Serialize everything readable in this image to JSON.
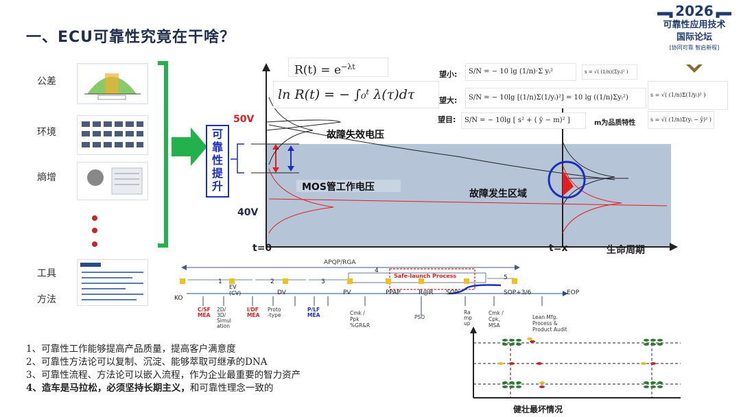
{
  "title": "一、ECU可靠性究竟在干啥？",
  "logo": {
    "year": "2026",
    "line1": "可靠性应用技术",
    "line2": "国际论坛",
    "line3": "[协同可靠 智启新程]"
  },
  "left_labels": {
    "tolerance": "公差",
    "environment": "环境",
    "entropy": "熵增",
    "tools": "工具",
    "method": "方法"
  },
  "improve_label": [
    "可",
    "靠",
    "性",
    "提",
    "升"
  ],
  "chart": {
    "v_high": "50V",
    "v_low": "40V",
    "failure_voltage": "故障失效电压",
    "mos_voltage": "MOS管工作电压",
    "fault_region": "故障发生区域",
    "t0": "t=0",
    "tx": "t=x",
    "lifecycle": "生命周期"
  },
  "formulas": {
    "r": "R(t) = e",
    "r_exp": "−λt",
    "ln": "ln R(t) = − ∫₀ᵗ λ(τ)dτ",
    "smaller_label": "望小:",
    "smaller": "S/N = − 10 lg (1/n)·Σ yᵢ²",
    "smaller_s": "s = √( (1/n)(Σyᵢ)² )",
    "larger_label": "望大:",
    "larger": "S/N = − 10lg [(1/n)Σ(1/yᵢ)²] = 10 lg ((1/n)Σyᵢ²)",
    "larger_s": "s = √( (1/n)Σ(1/yᵢ)² )",
    "nominal_label": "望目:",
    "nominal": "S/N = − 10lg [ s² + ( ȳ − m)² ]",
    "nominal_note": "m为品质特性",
    "nominal_s": "s = √( (1/n)Σ(yᵢ − ȳ)² )"
  },
  "process": {
    "apqp": "APQP/RGA",
    "phases": [
      "1",
      "2",
      "3",
      "4",
      "5"
    ],
    "safe_launch": "Safe-launch Process",
    "milestones": [
      "KO",
      "EV\n(CV)",
      "DV",
      "PV",
      "PPAP",
      "R@R",
      "SOP",
      "SOP+3/6",
      "EOP"
    ],
    "bottom_red": [
      "C/SF\nMEA",
      "2D/\n3D/\nSimul\nation",
      "I/DF\nMEA",
      "Proto\n-type"
    ],
    "bottom_blue": [
      "P/LF\nMEA"
    ],
    "bottom_dark": [
      "Cmk /\nPpk\n%GR&R",
      "PSO",
      "Ra\nmp\nup",
      "Cmk /\nCpk,\nMSA",
      "Lean Mfg.\nProcess &\nProduct Audit"
    ]
  },
  "robust": {
    "label": "健壮最坏情况"
  },
  "list": [
    "1、可靠性工作能够提高产品质量，提高客户满意度",
    "2、可靠性方法论可以复制、沉淀、能够萃取可继承的DNA",
    "3、可靠性流程、方法论可以嵌入流程，作为企业最重要的智力资产"
  ],
  "list4_bold": "4、造车是马拉松，必须坚持长期主义，",
  "list4_rest": "和可靠性理念一致的",
  "colors": {
    "navy": "#1f2d4e",
    "green": "#22b14c",
    "red": "#e02020",
    "blue": "#1a2fc0",
    "band": "#b5c4d6"
  }
}
